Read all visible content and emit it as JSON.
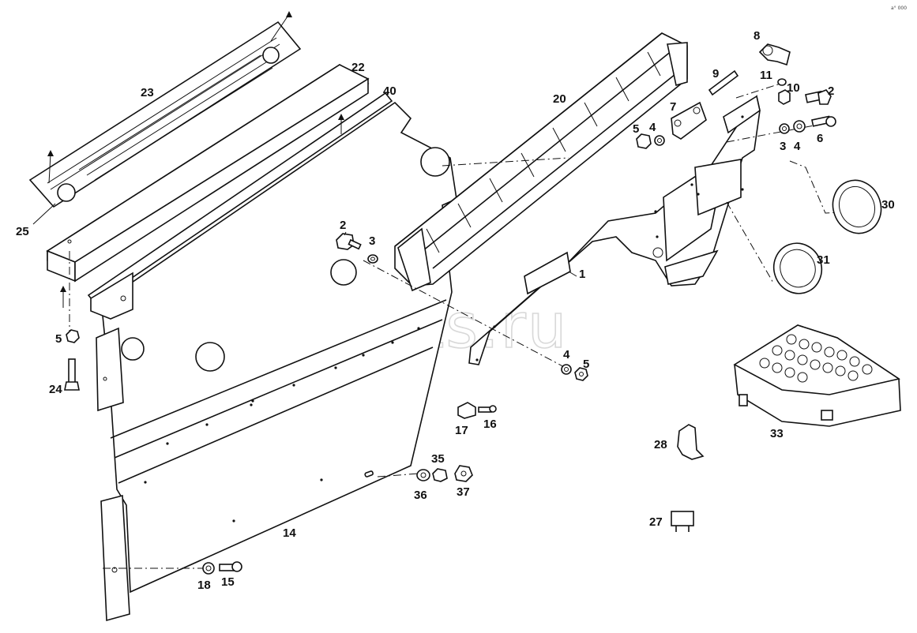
{
  "diagram": {
    "watermark": "ansat-parts.ru",
    "corner_mark": "a° 000",
    "callouts": [
      {
        "id": "c1",
        "text": "1"
      },
      {
        "id": "c2a",
        "text": "2"
      },
      {
        "id": "c2b",
        "text": "2"
      },
      {
        "id": "c3a",
        "text": "3"
      },
      {
        "id": "c3b",
        "text": "3"
      },
      {
        "id": "c4a",
        "text": "4"
      },
      {
        "id": "c4b",
        "text": "4"
      },
      {
        "id": "c4c",
        "text": "4"
      },
      {
        "id": "c5a",
        "text": "5"
      },
      {
        "id": "c5b",
        "text": "5"
      },
      {
        "id": "c5c",
        "text": "5"
      },
      {
        "id": "c6",
        "text": "6"
      },
      {
        "id": "c7",
        "text": "7"
      },
      {
        "id": "c8",
        "text": "8"
      },
      {
        "id": "c9",
        "text": "9"
      },
      {
        "id": "c10",
        "text": "10"
      },
      {
        "id": "c11",
        "text": "11"
      },
      {
        "id": "c14",
        "text": "14"
      },
      {
        "id": "c15",
        "text": "15"
      },
      {
        "id": "c16",
        "text": "16"
      },
      {
        "id": "c17",
        "text": "17"
      },
      {
        "id": "c18",
        "text": "18"
      },
      {
        "id": "c20",
        "text": "20"
      },
      {
        "id": "c22",
        "text": "22"
      },
      {
        "id": "c23",
        "text": "23"
      },
      {
        "id": "c24",
        "text": "24"
      },
      {
        "id": "c25",
        "text": "25"
      },
      {
        "id": "c27",
        "text": "27"
      },
      {
        "id": "c28",
        "text": "28"
      },
      {
        "id": "c30",
        "text": "30"
      },
      {
        "id": "c31",
        "text": "31"
      },
      {
        "id": "c33",
        "text": "33"
      },
      {
        "id": "c35",
        "text": "35"
      },
      {
        "id": "c36",
        "text": "36"
      },
      {
        "id": "c37",
        "text": "37"
      },
      {
        "id": "c40",
        "text": "40"
      }
    ]
  }
}
